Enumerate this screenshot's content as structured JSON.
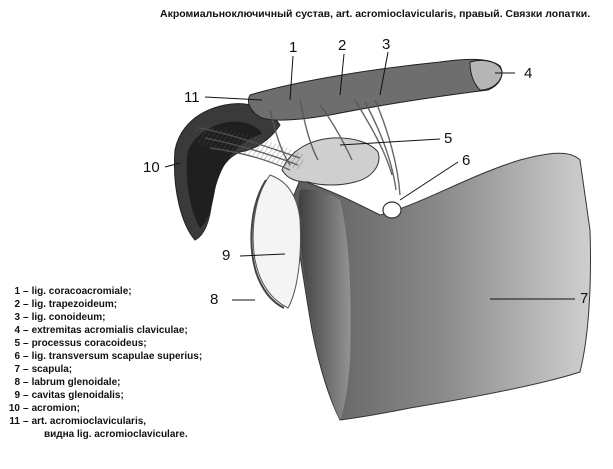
{
  "title": "Акромиальноключичный сустав, art. acromioclavicularis, правый. Связки лопатки.",
  "callouts": [
    "1",
    "2",
    "3",
    "4",
    "5",
    "6",
    "7",
    "8",
    "9",
    "10",
    "11"
  ],
  "legend": [
    {
      "num": "1",
      "text": "lig. coracoacromiale;"
    },
    {
      "num": "2",
      "text": "lig. trapezoideum;"
    },
    {
      "num": "3",
      "text": "lig. conoideum;"
    },
    {
      "num": "4",
      "text": "extremitas acromialis claviculae;"
    },
    {
      "num": "5",
      "text": "processus coracoideus;"
    },
    {
      "num": "6",
      "text": "lig. transversum scapulae superius;"
    },
    {
      "num": "7",
      "text": "scapula;"
    },
    {
      "num": "8",
      "text": "labrum glenoidale;"
    },
    {
      "num": "9",
      "text": "cavitas glenoidalis;"
    },
    {
      "num": "10",
      "text": "acromion;"
    },
    {
      "num": "11",
      "text": "art. acromioclavicularis,"
    }
  ],
  "legend_continuation": "видна lig. acromioclaviculare."
}
